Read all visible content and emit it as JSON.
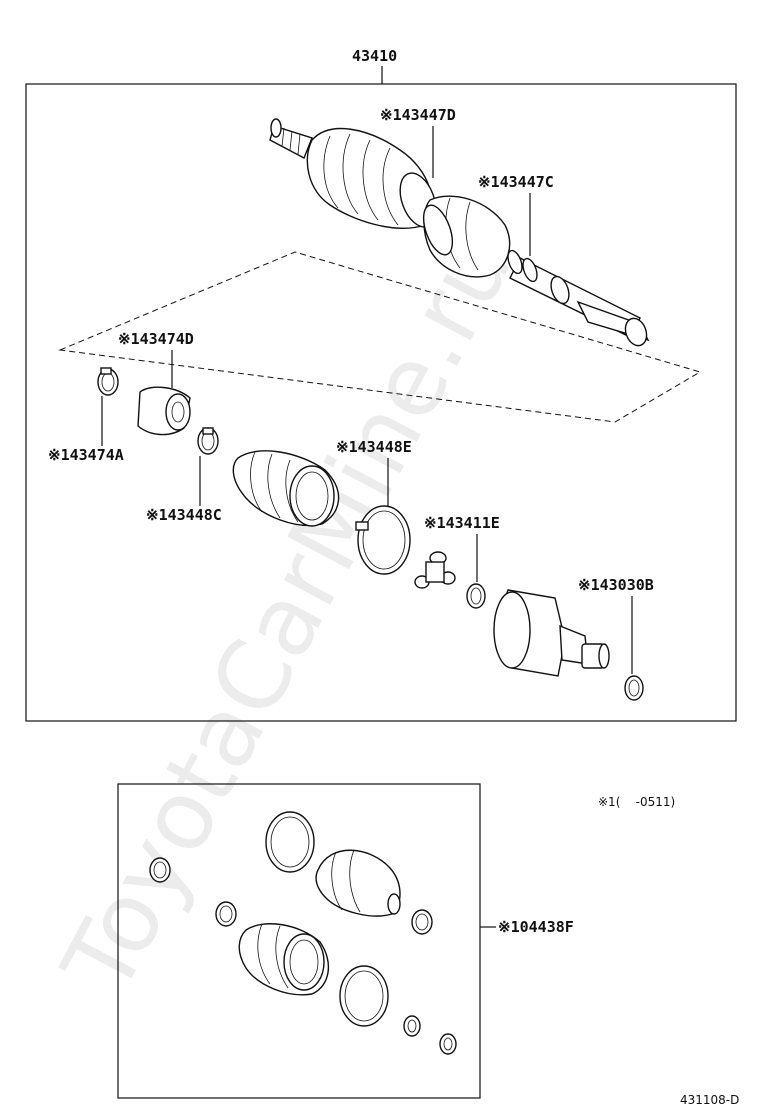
{
  "watermark": "ToyotaCarMine.ru",
  "assembly": {
    "part_number": "43410"
  },
  "callouts": [
    {
      "id": "43447D",
      "text": "※143447D"
    },
    {
      "id": "43447C",
      "text": "※143447C"
    },
    {
      "id": "43474D",
      "text": "※143474D"
    },
    {
      "id": "43474A",
      "text": "※143474A"
    },
    {
      "id": "43448E",
      "text": "※143448E"
    },
    {
      "id": "43448C",
      "text": "※143448C"
    },
    {
      "id": "43411E",
      "text": "※143411E"
    },
    {
      "id": "43030B",
      "text": "※143030B"
    }
  ],
  "kit": {
    "text": "※104438F"
  },
  "footnote": {
    "text": "※1(    -0511)"
  },
  "drawing_number": "431108-D"
}
